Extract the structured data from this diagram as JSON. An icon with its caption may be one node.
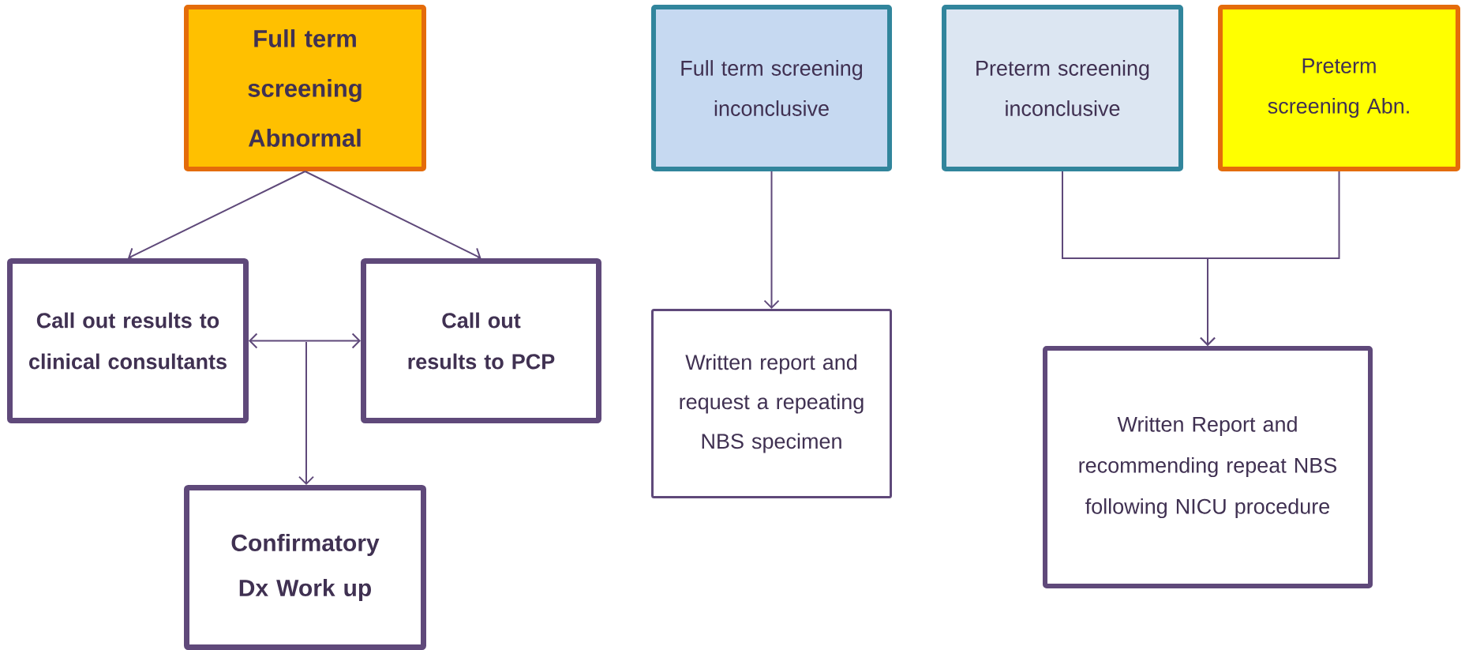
{
  "diagram": {
    "nodes": [
      {
        "text": [
          "Full term screening Abnormal"
        ]
      },
      {
        "text": [
          "Call out results to clinical consultants"
        ]
      },
      {
        "text": [
          "Call out results to PCP"
        ]
      },
      {
        "text": [
          "Confirmatory Dx Work up"
        ]
      },
      {
        "text": [
          "Full term screening inconclusive"
        ]
      },
      {
        "text": [
          "Written report and request a repeating NBS specimen"
        ]
      },
      {
        "text": [
          "Preterm screening inconclusive"
        ]
      },
      {
        "text": [
          "Preterm screening Abn."
        ]
      },
      {
        "text": [
          "Written Report and recommending repeat NBS following NICU procedure"
        ]
      }
    ],
    "edges": [
      {
        "from": 0,
        "to": 1,
        "arrow": "to"
      },
      {
        "from": 0,
        "to": 2,
        "arrow": "to"
      },
      {
        "from": 1,
        "to": 2,
        "arrow": "both"
      },
      {
        "from": null,
        "to": 3,
        "arrow": "to"
      },
      {
        "from": 4,
        "to": 5,
        "arrow": "to"
      },
      {
        "from": 6,
        "to": 8,
        "arrow": "to"
      },
      {
        "from": 7,
        "to": 8,
        "arrow": "to"
      }
    ]
  }
}
